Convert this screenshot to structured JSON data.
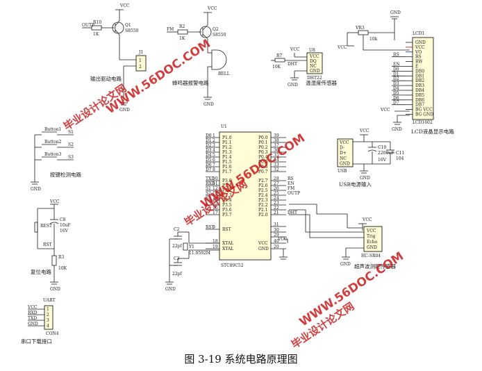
{
  "caption": "图 3-19  系统电路原理图",
  "watermarks": [
    "毕业设计论文网",
    "WWW.56DOC.COM"
  ],
  "colors": {
    "watermark": "#c81e1e",
    "ic_fill": "#fffcd6",
    "wire": "#1a1a1a",
    "vcc_net": "#c00000"
  },
  "labels": {
    "vcc": "VCC",
    "gnd": "GND",
    "output_drive": "输出驱动电路",
    "buzzer_alarm": "蜂鸣器报警电路",
    "temp_humidity": "温湿度传感器",
    "lcd_circuit": "LCD液晶显示电路",
    "keys": "按键检测电路",
    "reset": "复位电路",
    "serial": "串口下载接口",
    "usb_power": "USB电源输入",
    "ultrasonic": "超声波测距传感器"
  },
  "output_drive": {
    "net": "OUTP",
    "r": "R10",
    "r_val": "1K",
    "q": "Q1",
    "q_part": "S8550",
    "conn": "J1",
    "pins": [
      "1",
      "2"
    ]
  },
  "buzzer": {
    "net": "FM",
    "r": "R2",
    "r_val": "1K",
    "q": "Q2",
    "q_part": "S8550",
    "bell": "BELL"
  },
  "dht": {
    "r": "R7",
    "r_val": "10K",
    "u": "U8",
    "part": "DHT22",
    "net": "DHT",
    "pins": [
      "VCC",
      "DQ",
      "NC",
      "GND"
    ]
  },
  "lcd": {
    "ref": "LCD1",
    "part": "LCD1602",
    "vr": "VR3",
    "vr_val": "10k",
    "pins": [
      "GND",
      "VCC",
      "VO",
      "RS",
      "RW",
      "E",
      "DB0",
      "DB1",
      "DB2",
      "DB3",
      "DB4",
      "DB5",
      "DB6",
      "DB7",
      "BG VCC",
      "BG GND"
    ],
    "nets": [
      "RS",
      "EN",
      "D0",
      "D1",
      "D2",
      "D3",
      "D4",
      "D5",
      "D6",
      "D7"
    ]
  },
  "keys": {
    "buttons": [
      "Button1",
      "Button2",
      "Button3"
    ],
    "refs": [
      "S1",
      "S2",
      "S3"
    ]
  },
  "mcu": {
    "ref": "U1",
    "part": "STC89C52",
    "left_pins": [
      "P1.0",
      "P1.1",
      "P1.2",
      "P1.3",
      "P1.4",
      "P1.5",
      "P1.6",
      "P1.7",
      "P3.0",
      "P3.1",
      "P3.2",
      "P3.3",
      "P3.4",
      "P3.5",
      "P3.6",
      "P3.7",
      "RST",
      "XTAL",
      "XTAL"
    ],
    "left_nums": [
      "1",
      "2",
      "3",
      "4",
      "5",
      "6",
      "7",
      "8",
      "10",
      "11",
      "12",
      "13",
      "14",
      "15",
      "16",
      "17",
      "9",
      "18",
      "19"
    ],
    "left_nets": [
      "D0",
      "D1",
      "D2",
      "D3",
      "D4",
      "D5",
      "D6",
      "D7",
      "TXD",
      "RXD",
      "S1",
      "S2",
      "S3",
      "",
      "",
      "",
      "RST",
      "",
      ""
    ],
    "right_pins": [
      "P0.0",
      "P0.1",
      "P0.2",
      "P0.3",
      "P0.4",
      "P0.5",
      "P0.6",
      "P0.7",
      "P2.7",
      "P2.6",
      "P2.5",
      "P2.4",
      "P2.3",
      "P2.2",
      "P2.1",
      "P2.0",
      "",
      "",
      "",
      "VCC",
      "GND"
    ],
    "right_nums": [
      "39",
      "38",
      "37",
      "36",
      "35",
      "34",
      "33",
      "32",
      "28",
      "27",
      "26",
      "25",
      "24",
      "23",
      "22",
      "21",
      "31",
      "30",
      "29",
      "40",
      "20"
    ],
    "right_nets": [
      "",
      "",
      "",
      "",
      "",
      "",
      "",
      "",
      "RS",
      "EN",
      "FM",
      "OUTP",
      "",
      "",
      "",
      "DHT",
      "",
      "",
      "",
      "",
      ""
    ]
  },
  "crystal": {
    "y": "Y1",
    "freq": "11.0592M",
    "c1": "C2",
    "c2": "C3",
    "c_val": "22pf"
  },
  "reset": {
    "c": "C8",
    "c_val": "10uF",
    "c_volt": "16V",
    "r": "R3",
    "r_val": "10K",
    "btn": "REST",
    "net": "RST"
  },
  "usb": {
    "ref": "USB",
    "pins": [
      "VCC",
      "D-",
      "D+",
      "NC",
      "GND"
    ],
    "c10": "C10",
    "c10_val": "2200uF",
    "c10_volt": "16V",
    "c11": "C11",
    "c11_val": "104"
  },
  "ultra": {
    "part": "HC-SR04",
    "pins": [
      "VCC",
      "Trig",
      "Echo",
      "GND"
    ]
  },
  "uart": {
    "ref": "UART",
    "conn": "CON4",
    "nets": [
      "VCC",
      "RXD",
      "TXD",
      "GND"
    ],
    "pins": [
      "1",
      "2",
      "3",
      "4"
    ]
  }
}
